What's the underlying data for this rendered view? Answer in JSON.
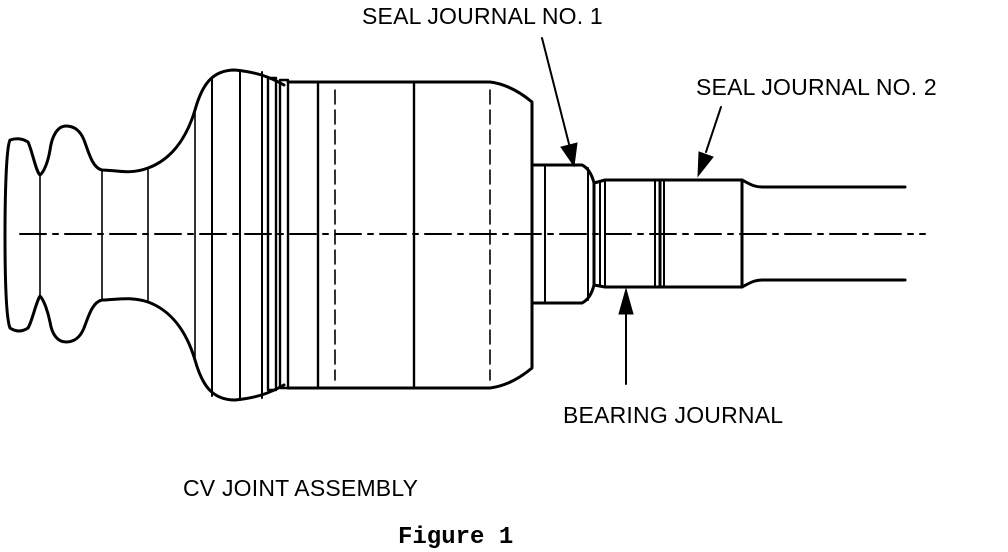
{
  "labels": {
    "seal_journal_1": "SEAL JOURNAL NO. 1",
    "seal_journal_2": "SEAL JOURNAL NO. 2",
    "bearing_journal": "BEARING JOURNAL",
    "assembly_title": "CV JOINT ASSEMBLY"
  },
  "caption": "Figure 1",
  "colors": {
    "line": "#000000",
    "background": "#ffffff"
  }
}
